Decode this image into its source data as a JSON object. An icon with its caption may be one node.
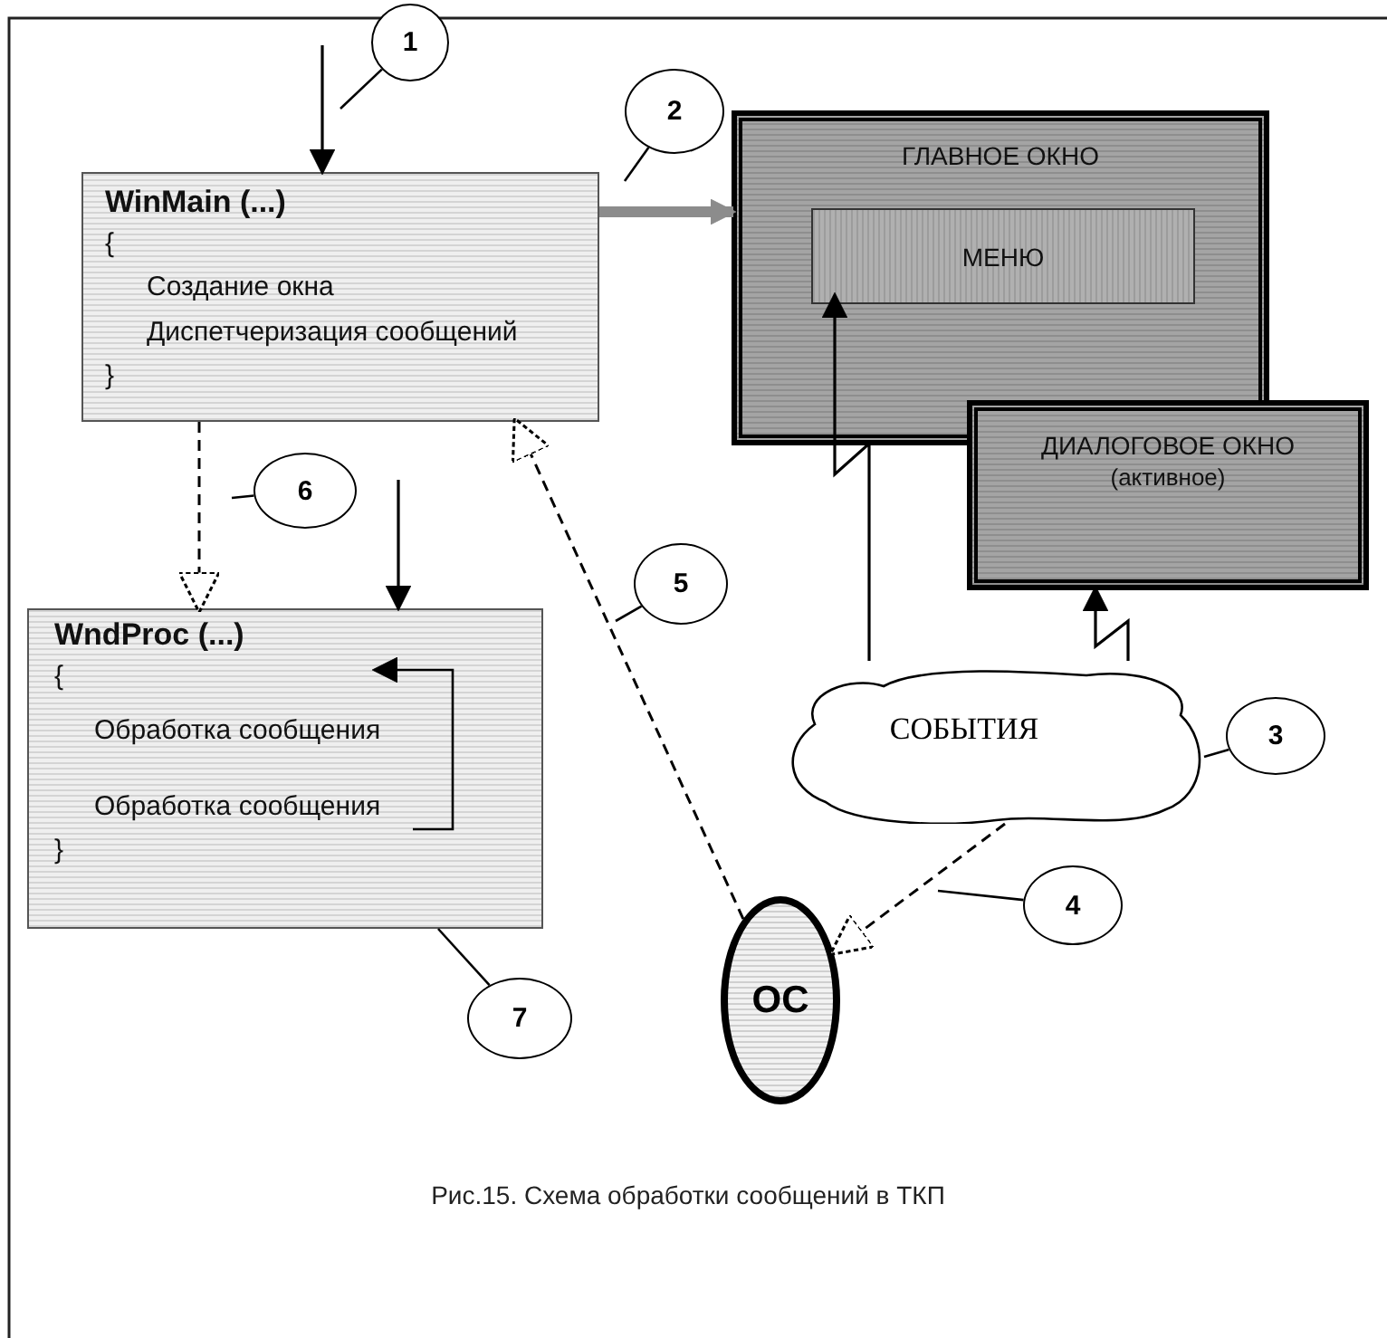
{
  "diagram": {
    "caption": "Рис.15. Схема обработки сообщений в ТКП",
    "nodes": [
      {
        "text": [
          "1"
        ]
      },
      {
        "text": [
          "WinMain (...)",
          "{",
          "Создание окна",
          "Диспетчеризация сообщений",
          "}"
        ]
      },
      {
        "text": [
          "2"
        ]
      },
      {
        "text": [
          "ГЛАВНОЕ ОКНО"
        ]
      },
      {
        "text": [
          "МЕНЮ"
        ],
        "in": 3
      },
      {
        "text": [
          "ДИАЛОГОВОЕ ОКНО",
          "(активное)"
        ]
      },
      {
        "text": [
          "6"
        ]
      },
      {
        "text": [
          "5"
        ]
      },
      {
        "text": [
          "WndProc (...)",
          "{",
          "Обработка сообщения",
          "Обработка сообщения",
          "}"
        ]
      },
      {
        "text": [
          "СОБЫТИЯ"
        ]
      },
      {
        "text": [
          "3"
        ]
      },
      {
        "text": [
          "4"
        ]
      },
      {
        "text": [
          "ОС"
        ]
      },
      {
        "text": [
          "7"
        ]
      }
    ],
    "edges": [
      {
        "from": null,
        "to": 1,
        "arrow": "to"
      },
      {
        "from": 1,
        "to": 3,
        "arrow": "to",
        "style": "thick",
        "color": "#8c8c8c"
      },
      {
        "from": 1,
        "to": 8,
        "arrow": "to",
        "style": "dashed"
      },
      {
        "from": null,
        "to": 8,
        "arrow": "to"
      },
      {
        "from": 12,
        "to": 1,
        "arrow": "to",
        "style": "dashed"
      },
      {
        "from": 9,
        "to": 4,
        "arrow": "to"
      },
      {
        "from": 9,
        "to": 5,
        "arrow": "to"
      },
      {
        "from": 9,
        "to": 12,
        "arrow": "to",
        "style": "dashed"
      },
      {
        "from": 0,
        "to": null,
        "arrow": "none"
      },
      {
        "from": 2,
        "to": null,
        "arrow": "none"
      },
      {
        "from": 7,
        "to": null,
        "arrow": "none"
      },
      {
        "from": 6,
        "to": null,
        "arrow": "none"
      },
      {
        "from": 10,
        "to": 9,
        "arrow": "none"
      },
      {
        "from": 11,
        "to": null,
        "arrow": "none"
      },
      {
        "from": 13,
        "to": 8,
        "arrow": "none"
      }
    ]
  }
}
